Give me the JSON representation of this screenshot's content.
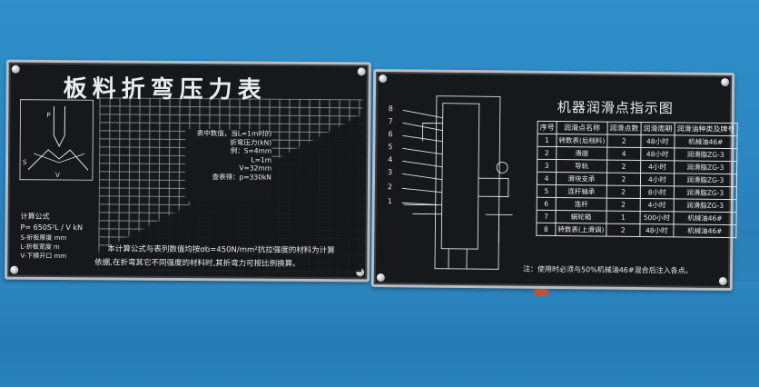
{
  "left_plate": {
    "title": "板料折弯压力表",
    "legend": [
      "表中数值，当L=1m时的",
      "折弯压力(kN)",
      "例：S=4mm",
      "L=1m",
      "V=32mm",
      "查表得：p=330kN"
    ],
    "formula_title": "计算公式",
    "formula": "P= 650S²L / V kN",
    "vars": [
      "S-折板厚度 mm",
      "L-折板宽度 m",
      "V-下模开口 mm"
    ],
    "note1": "本计算公式与表列数值均按σb=450N/mm²抗拉强度的材料为计算",
    "note2": "依据,在折弯其它不同强度的材料时,其折弯力可按比例换算。"
  },
  "right_plate": {
    "title": "机器润滑点指示图",
    "headers": [
      "序号",
      "润滑点名称",
      "润滑点数",
      "润滑周期",
      "润滑油种类及牌号"
    ],
    "rows": [
      [
        "1",
        "转数表(后档料)",
        "2",
        "48小时",
        "机械油46#"
      ],
      [
        "2",
        "滑座",
        "4",
        "48小时",
        "润滑脂ZG-3"
      ],
      [
        "3",
        "导轨",
        "2",
        "4小时",
        "润滑脂ZG-3"
      ],
      [
        "4",
        "滑块支承",
        "2",
        "4小时",
        "润滑脂ZG-3"
      ],
      [
        "5",
        "连杆轴承",
        "2",
        "8小时",
        "润滑脂ZG-3"
      ],
      [
        "6",
        "连杆",
        "2",
        "4小时",
        "润滑脂ZG-3"
      ],
      [
        "7",
        "蜗轮箱",
        "1",
        "500小时",
        "机械油46#"
      ],
      [
        "8",
        "转数表(上滑调)",
        "2",
        "48小时",
        "机械油46#"
      ]
    ],
    "machine_numbers": [
      "8",
      "7",
      "6",
      "5",
      "4",
      "3",
      "2",
      "1"
    ],
    "footnote": "注：使用时必须与50%机械油46#混合后注入各点。"
  }
}
